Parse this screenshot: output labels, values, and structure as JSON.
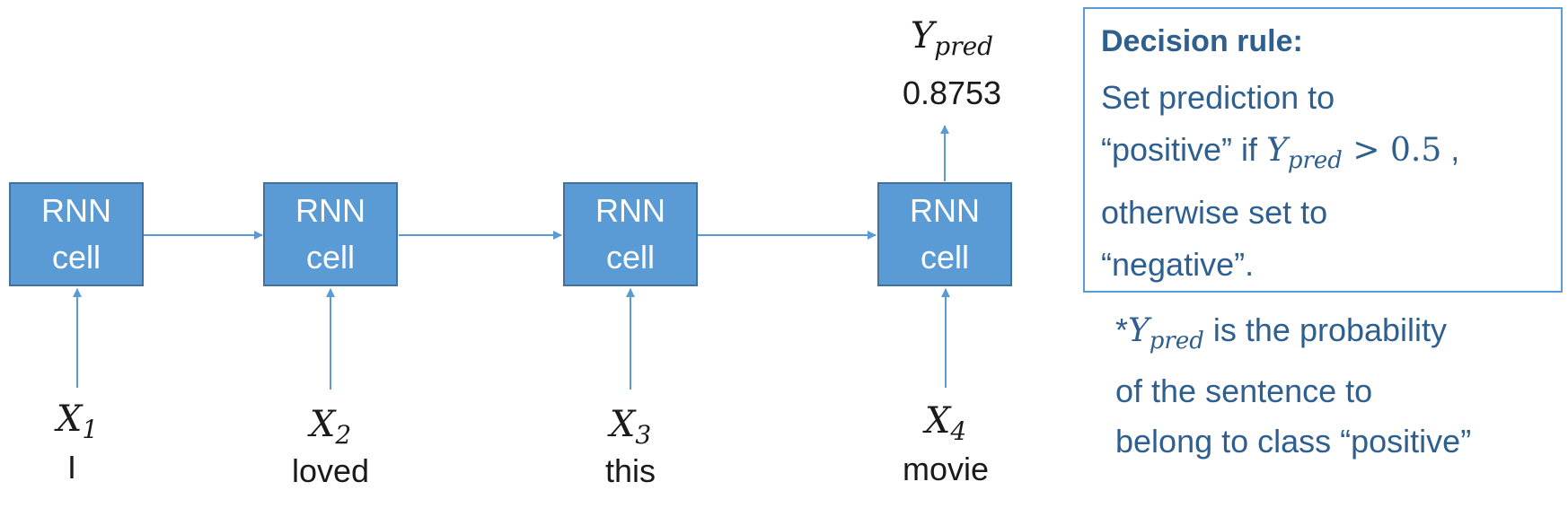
{
  "cells": [
    {
      "line1": "RNN",
      "line2": "cell"
    },
    {
      "line1": "RNN",
      "line2": "cell"
    },
    {
      "line1": "RNN",
      "line2": "cell"
    },
    {
      "line1": "RNN",
      "line2": "cell"
    }
  ],
  "inputs": [
    {
      "symbol": "X",
      "subscript": "1",
      "word": "I"
    },
    {
      "symbol": "X",
      "subscript": "2",
      "word": "loved"
    },
    {
      "symbol": "X",
      "subscript": "3",
      "word": "this"
    },
    {
      "symbol": "X",
      "subscript": "4",
      "word": "movie"
    }
  ],
  "output": {
    "symbol": "Y",
    "subscript": "pred",
    "value": "0.8753"
  },
  "decision_rule": {
    "title": "Decision rule:",
    "line1": "Set prediction to",
    "line2_prefix": "“positive” if ",
    "math_symbol": "Y",
    "math_subscript": "pred",
    "math_operator": " > 0.5",
    "line2_suffix": " ,",
    "line3": "otherwise set to",
    "line4": "“negative”."
  },
  "footnote": {
    "prefix": "*",
    "symbol": "Y",
    "subscript": "pred",
    "line1_suffix": " is the probability",
    "line2": "of the sentence to",
    "line3": "belong to class “positive”"
  },
  "colors": {
    "cell_fill": "#5b9bd5",
    "cell_border": "#41719c",
    "arrow": "#5b9bd5",
    "rule_text": "#2e5f8f"
  }
}
